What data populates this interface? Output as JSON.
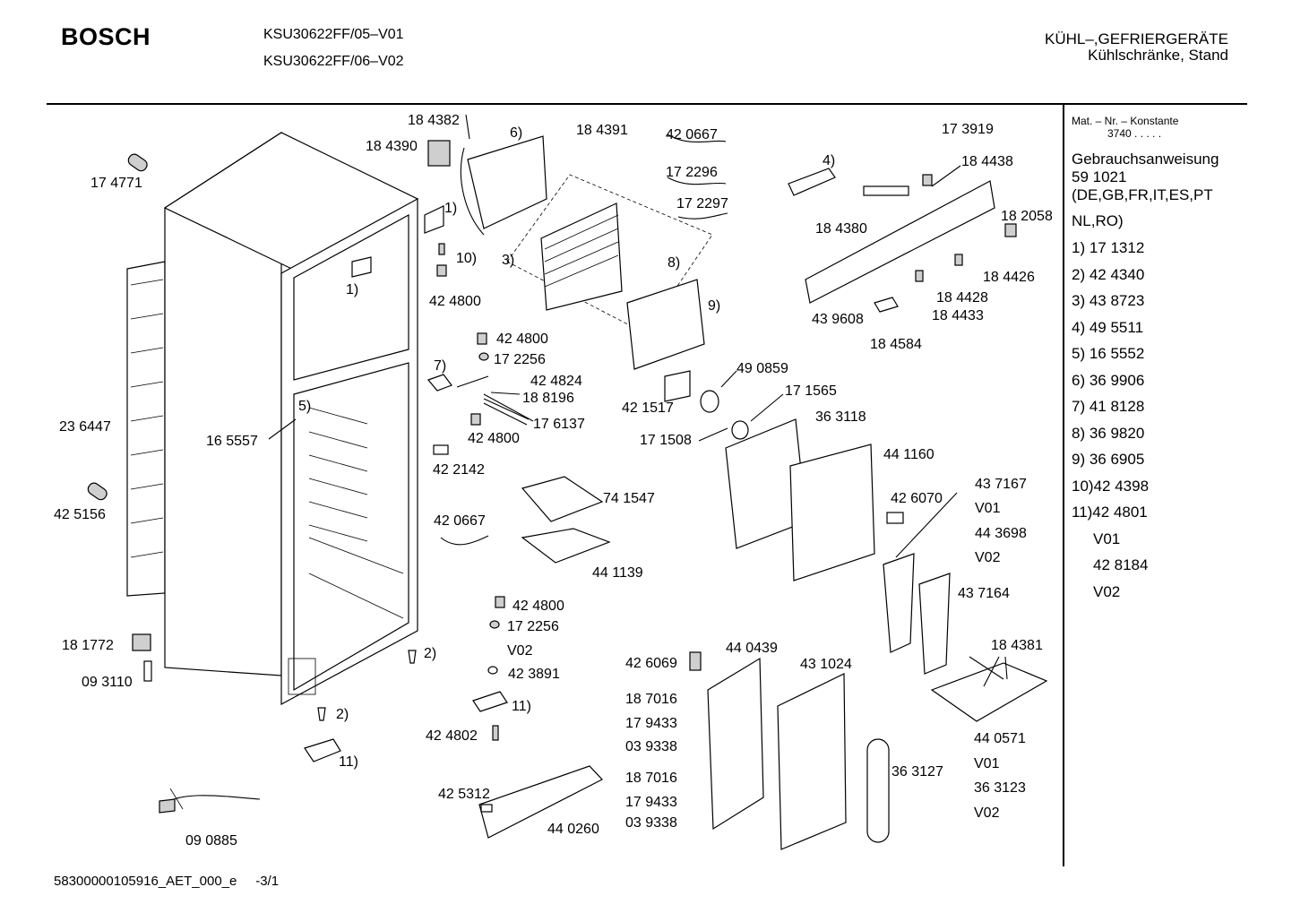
{
  "header": {
    "brand": "BOSCH",
    "model_1": "KSU30622FF/05–V01",
    "model_2": "KSU30622FF/06–V02",
    "category_1": "KÜHL–,GEFRIERGERÄTE",
    "category_2": "Kühlschränke, Stand"
  },
  "sidebar": {
    "konstante_label": "Mat. – Nr. – Konstante",
    "konstante_value": "3740  .  .  .  .  .",
    "manual_title": "Gebrauchsanweisung",
    "manual_number": "59 1021",
    "manual_languages_1": "(DE,GB,FR,IT,ES,PT",
    "manual_languages_2": "NL,RO)",
    "legend": [
      "1) 17 1312",
      "2) 42 4340",
      "3) 43 8723",
      "4) 49 5511",
      "5) 16 5552",
      "6) 36 9906",
      "7) 41 8128",
      "8) 36 9820",
      "9) 36 6905",
      "10)42 4398",
      "11)42 4801",
      "V01",
      "42 8184",
      "V02"
    ]
  },
  "labels": {
    "l174771": "17 4771",
    "l236447": "23 6447",
    "l425156": "42 5156",
    "l181772": "18 1772",
    "l093110": "09 3110",
    "l090885": "09 0885",
    "l165557": "16 5557",
    "c5": "5)",
    "c1a": "1)",
    "c2a": "2)",
    "c2b": "2)",
    "c11a": "11)",
    "l184382": "18 4382",
    "l184390": "18 4390",
    "c6": "6)",
    "l184391": "18 4391",
    "l420667a": "42 0667",
    "l172296": "17 2296",
    "l172297": "17 2297",
    "c1b": "1)",
    "c10": "10)",
    "c3": "3)",
    "l424800a": "42 4800",
    "c8": "8)",
    "c9": "9)",
    "l424800b": "42 4800",
    "l172256a": "17 2256",
    "c7": "7)",
    "l424824": "42 4824",
    "l188196": "18 8196",
    "l176137": "17 6137",
    "l424800c": "42 4800",
    "l422142": "42 2142",
    "l421517": "42 1517",
    "l490859": "49 0859",
    "l171565": "17 1565",
    "l171508": "17 1508",
    "l363118": "36 3118",
    "l741547": "74 1547",
    "l420667b": "42 0667",
    "l441139": "44 1139",
    "l441160": "44 1160",
    "l426070": "42 6070",
    "l437167": "43 7167",
    "v01a": "V01",
    "l443698": "44 3698",
    "v02a": "V02",
    "l437164": "43 7164",
    "c4": "4)",
    "l173919": "17 3919",
    "l184438": "18 4438",
    "l184380": "18 4380",
    "l182058": "18 2058",
    "l184426": "18 4426",
    "l184428": "18 4428",
    "l184433": "18 4433",
    "l439608": "43 9608",
    "l184584": "18 4584",
    "l424800d": "42 4800",
    "l172256b": "17 2256",
    "v02b": "V02",
    "l423891": "42 3891",
    "c11b": "11)",
    "l424802": "42 4802",
    "l426069": "42 6069",
    "l440439": "44 0439",
    "l431024": "43 1024",
    "l187016a": "18 7016",
    "l179433a": "17 9433",
    "l039338a": "03 9338",
    "l187016b": "18 7016",
    "l179433b": "17 9433",
    "l039338b": "03 9338",
    "l425312": "42 5312",
    "l440260": "44 0260",
    "l363127": "36 3127",
    "l184381": "18 4381",
    "l440571": "44 0571",
    "v01b": "V01",
    "l363123": "36 3123",
    "v02c": "V02"
  },
  "footer": {
    "doc_id": "58300000105916_AET_000_e",
    "page": "-3/1"
  }
}
